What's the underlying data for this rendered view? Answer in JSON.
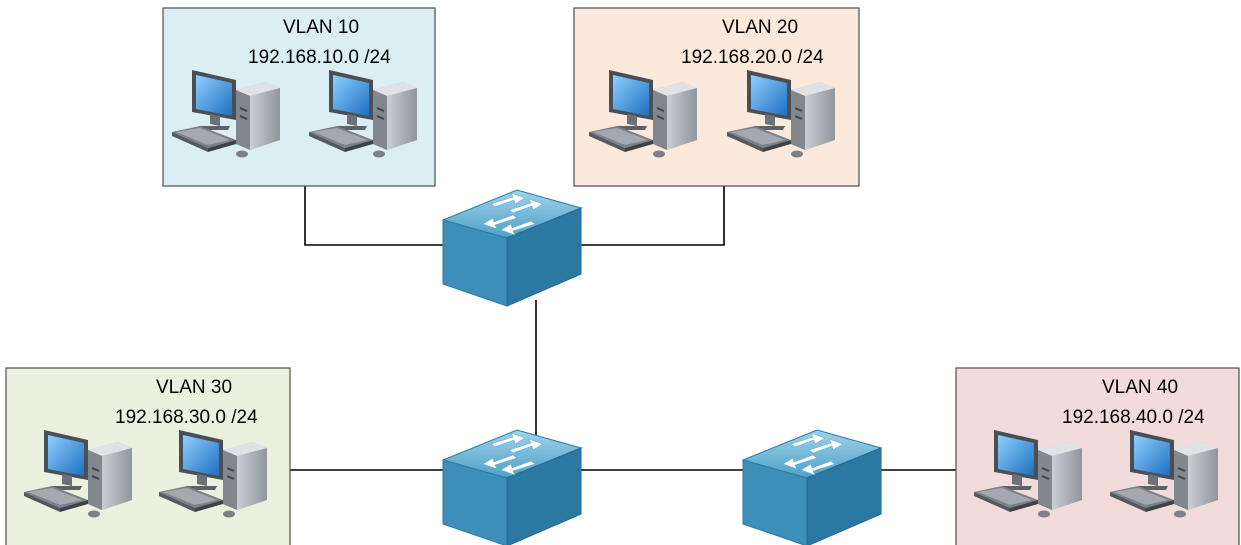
{
  "vlans": [
    {
      "name": "VLAN 10",
      "subnet": "192.168.10.0 /24",
      "fill": "#dbeef4"
    },
    {
      "name": "VLAN 20",
      "subnet": "192.168.20.0 /24",
      "fill": "#fbe9dc"
    },
    {
      "name": "VLAN 30",
      "subnet": "192.168.30.0 /24",
      "fill": "#ebf1de"
    },
    {
      "name": "VLAN 40",
      "subnet": "192.168.40.0 /24",
      "fill": "#f2dcdb"
    }
  ],
  "icons": {
    "switch": "switch-icon",
    "computer": "computer-icon"
  },
  "colors": {
    "box_border": "#5a5a5a",
    "link": "#000000",
    "switch_top": "#7fbfdc",
    "switch_side": "#2e7ca6",
    "monitor_screen": "#3b8fd9"
  }
}
